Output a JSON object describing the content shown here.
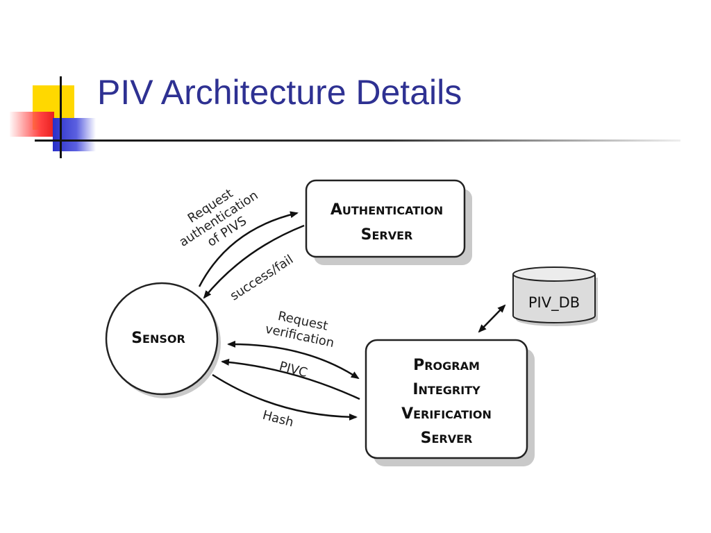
{
  "slide": {
    "title": "PIV Architecture Details"
  },
  "diagram": {
    "nodes": {
      "sensor": {
        "first": "S",
        "rest": "ENSOR"
      },
      "auth_server": {
        "line1": {
          "first": "A",
          "rest": "UTHENTICATION"
        },
        "line2": {
          "first": "S",
          "rest": "ERVER"
        }
      },
      "piv_server": {
        "line1": {
          "first": "P",
          "rest": "ROGRAM"
        },
        "line2": {
          "first": "I",
          "rest": "NTEGRITY"
        },
        "line3": {
          "first": "V",
          "rest": "ERIFICATION"
        },
        "line4": {
          "first": "S",
          "rest": "ERVER"
        }
      },
      "piv_db": "PIV_DB"
    },
    "edge_labels": {
      "request_auth": [
        "Request",
        "authentication",
        "of PIVS"
      ],
      "success_fail": "success/fail",
      "request_verification": [
        "Request",
        "verification"
      ],
      "pivc": "PIVC",
      "hash": "Hash"
    }
  }
}
